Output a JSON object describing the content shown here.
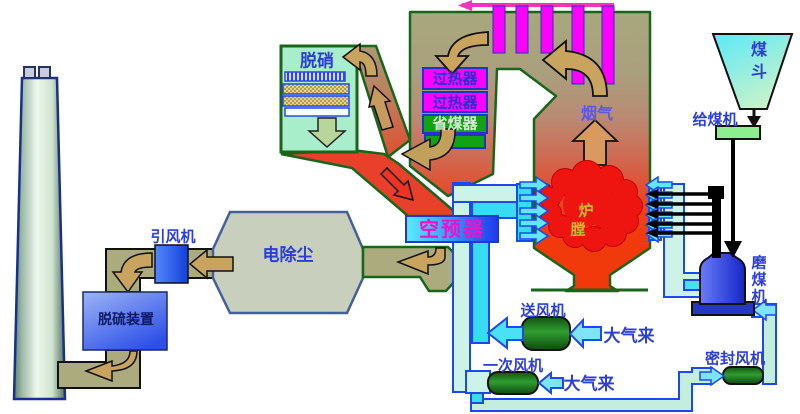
{
  "diagram": "coal-fired power plant boiler flue-gas and air system",
  "scr": {
    "label": "脱硝"
  },
  "boiler": {
    "superheater1": "过热器",
    "superheater2": "过热器",
    "economizer": "省煤器",
    "flue_gas": "烟气",
    "furnace_char1": "炉",
    "furnace_char2": "膛"
  },
  "air_preheater": {
    "label": "空预器"
  },
  "esp": {
    "label": "电除尘"
  },
  "id_fan": {
    "label": "引风机"
  },
  "fgd": {
    "label": "脱硫装置"
  },
  "coal": {
    "hopper": "煤斗",
    "feeder": "给煤机",
    "mill": "磨煤机"
  },
  "fans": {
    "fd": "送风机",
    "pa": "一次风机",
    "seal": "密封风机"
  },
  "air": {
    "from_atmosphere_1": "大气来",
    "from_atmosphere_2": "大气来"
  },
  "colors": {
    "duct_olive": "#abab7e",
    "boiler_top": "#a8a87c",
    "furnace_red": "#f1380a",
    "flame": "#ee1510",
    "magenta": "#ff00ff",
    "mint": "#a8eecb",
    "bright_cyan": "#37dcf2",
    "pale_cyan": "#cdf2e8",
    "fan_green": "#1d7a1d",
    "label_blue": "#2b3ed8"
  }
}
